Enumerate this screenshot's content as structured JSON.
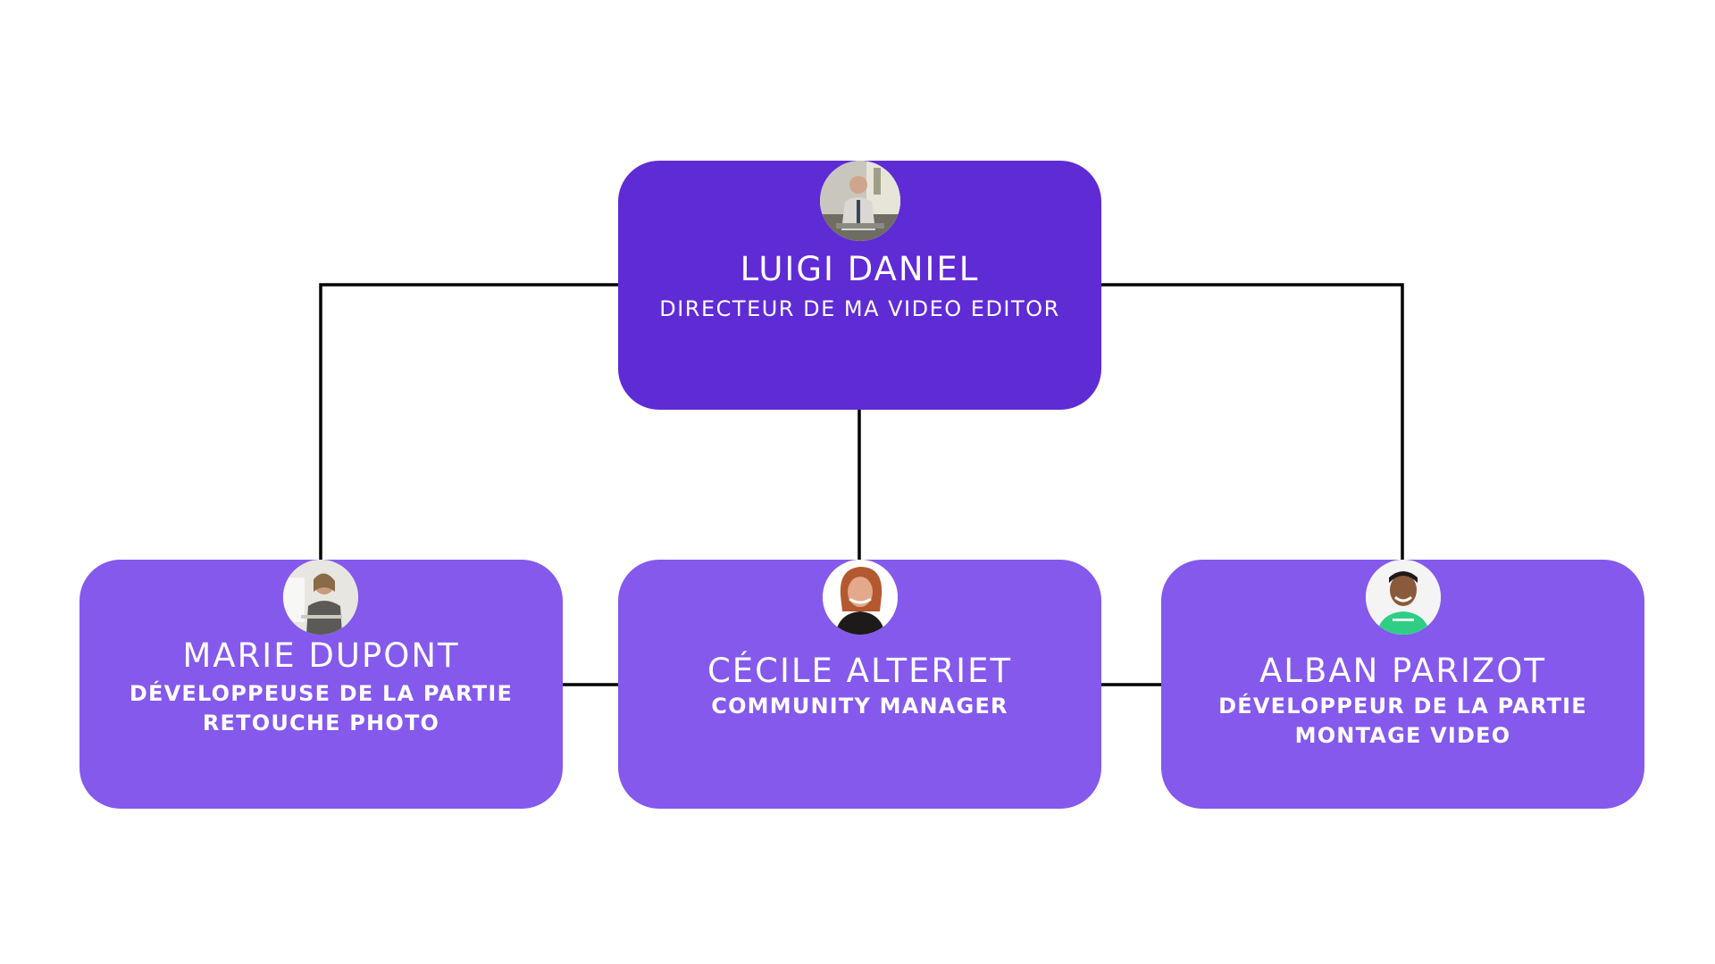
{
  "colors": {
    "director_fill": "#5f2bd5",
    "report_fill": "#8459ec",
    "text": "#ffffff",
    "connector": "#000000",
    "background": "#ffffff"
  },
  "director": {
    "name": "LUIGI DANIEL",
    "role": "DIRECTEUR DE MA VIDEO EDITOR",
    "avatar_icon": "person-photo-icon"
  },
  "reports": [
    {
      "name": "MARIE DUPONT",
      "role_lines": [
        "DÉVELOPPEUSE DE LA PARTIE",
        "RETOUCHE PHOTO"
      ],
      "avatar_icon": "person-photo-icon"
    },
    {
      "name": "CÉCILE ALTERIET",
      "role_lines": [
        "COMMUNITY MANAGER"
      ],
      "avatar_icon": "person-photo-icon"
    },
    {
      "name": "ALBAN PARIZOT",
      "role_lines": [
        "DÉVELOPPEUR DE LA PARTIE",
        "MONTAGE VIDEO"
      ],
      "avatar_icon": "person-photo-icon"
    }
  ]
}
